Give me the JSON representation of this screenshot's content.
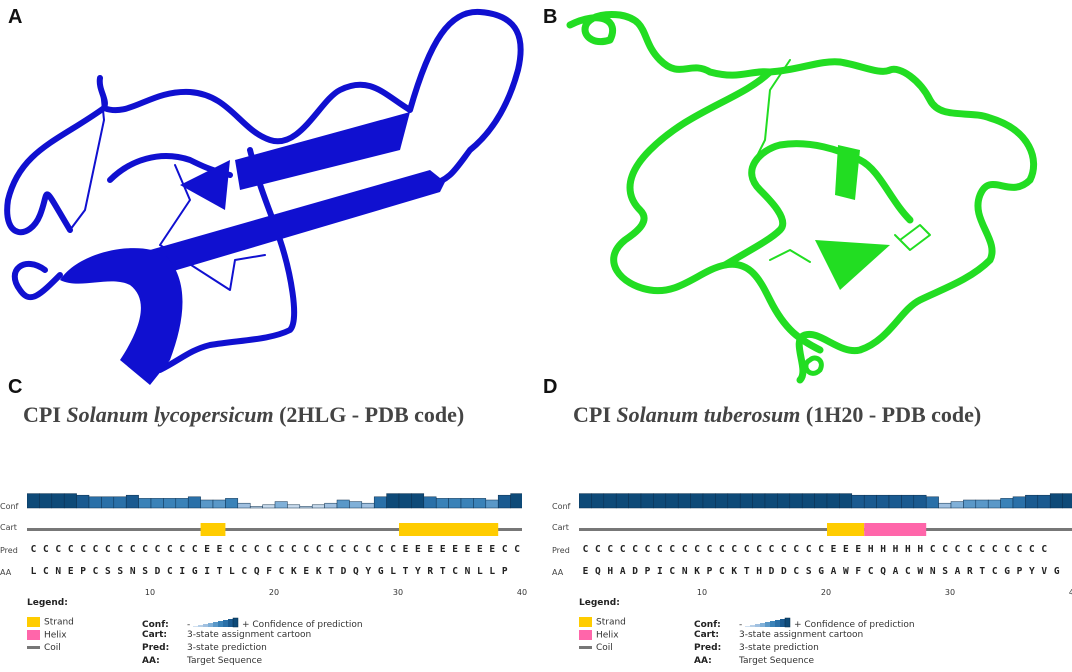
{
  "panels": {
    "A": {
      "letter": "A",
      "color": "#1010d0"
    },
    "B": {
      "letter": "B",
      "color": "#22dd22"
    },
    "C": {
      "letter": "C",
      "caption_prefix": "CPI ",
      "caption_species": "Solanum lycopersicum",
      "caption_suffix": " (2HLG - PDB code)"
    },
    "D": {
      "letter": "D",
      "caption_prefix": "CPI ",
      "caption_species": "Solanum tuberosum",
      "caption_suffix": " (1H20 - PDB code)"
    }
  },
  "psipred": {
    "row_labels": {
      "conf": "Conf",
      "cart": "Cart",
      "pred": "Pred",
      "aa": "AA"
    },
    "ticks": [
      "10",
      "20",
      "30",
      "40"
    ],
    "colors": {
      "strand": "#ffcc00",
      "helix": "#ff66aa",
      "coil": "#777777",
      "conf_high": "#0e4a78",
      "conf_mid": "#2a78b0",
      "conf_low": "#b8d0e8"
    },
    "legend": {
      "title": "Legend:",
      "strand": "Strand",
      "helix": "Helix",
      "coil": "Coil",
      "conf_key": "Conf:",
      "conf_minus": "-",
      "conf_plus": "+ Confidence of prediction",
      "cart_key": "Cart:",
      "cart_val": "3-state assignment cartoon",
      "pred_key": "Pred:",
      "pred_val": "3-state prediction",
      "aa_key": "AA:",
      "aa_val": "Target Sequence"
    },
    "C": {
      "pred": "CCCCCCCCCCCCCCEECCCCCCCCCCCCCCEEEEEEEECC",
      "aa": "LCNEPCSSNSDCIGITLCQFCKEKTDQYGLTYRTCNLLP",
      "conf": [
        9,
        9,
        9,
        9,
        8,
        7,
        7,
        7,
        8,
        6,
        6,
        6,
        6,
        7,
        5,
        5,
        6,
        3,
        1,
        2,
        4,
        2,
        1,
        2,
        3,
        5,
        4,
        3,
        7,
        9,
        9,
        9,
        7,
        6,
        6,
        6,
        6,
        5,
        8,
        9
      ]
    },
    "D": {
      "pred": "CCCCCCCCCCCCCCCCCCCCEEEHHHHHCCCCCCCCCC",
      "aa": "EQHADPICNKPCKTHDDCSGAWFCQACWNSARTCGPYVG",
      "conf": [
        9,
        9,
        9,
        9,
        9,
        9,
        9,
        9,
        9,
        9,
        9,
        9,
        9,
        9,
        9,
        9,
        9,
        9,
        9,
        9,
        9,
        9,
        8,
        8,
        8,
        8,
        8,
        8,
        7,
        3,
        4,
        5,
        5,
        5,
        6,
        7,
        8,
        8,
        9,
        9
      ]
    }
  }
}
